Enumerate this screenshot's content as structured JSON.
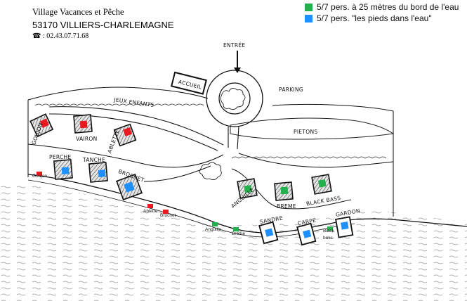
{
  "header": {
    "line1": "Village Vacances et Pêche",
    "line2": "53170 VILLIERS-CHARLEMAGNE",
    "phone": "☎ : 02.43.07.71.68"
  },
  "legend": [
    {
      "color": "#22b14c",
      "text": "5/7 pers. à 25 mètres du bord de l'eau"
    },
    {
      "color": "#1e90ff",
      "text": "5/7 pers. \"les pieds dans l'eau\""
    }
  ],
  "colors": {
    "near_water": "#22b14c",
    "in_water": "#1e90ff",
    "red": "#e8191f",
    "building_fill": "#bdbdbd"
  },
  "map": {
    "entree": "ENTRÉE",
    "accueil": "ACCUEIL",
    "parking": "PARKING",
    "jeux": "JEUX ENFANTS",
    "pietons": "PIETONS",
    "cottages": {
      "goujon": "GOUJON",
      "vairon": "VAIRON",
      "ablette": "ABLETTE",
      "perche": "PERCHE",
      "tanche": "TANCHE",
      "brochet": "BROCHET",
      "anguille": "ANGUILLE",
      "breme": "BREME",
      "black_bass": "BLACK BASS",
      "sandre": "SANDRE",
      "carpe": "CARPE",
      "gardon": "GARDON"
    },
    "shore_tags": {
      "goujon": "Goujon",
      "ablette": "Ablette",
      "brochet": "Brochet",
      "anguille": "Anguille",
      "breme": "Breme",
      "black_bass_1": "Black",
      "black_bass_2": "bass"
    }
  }
}
